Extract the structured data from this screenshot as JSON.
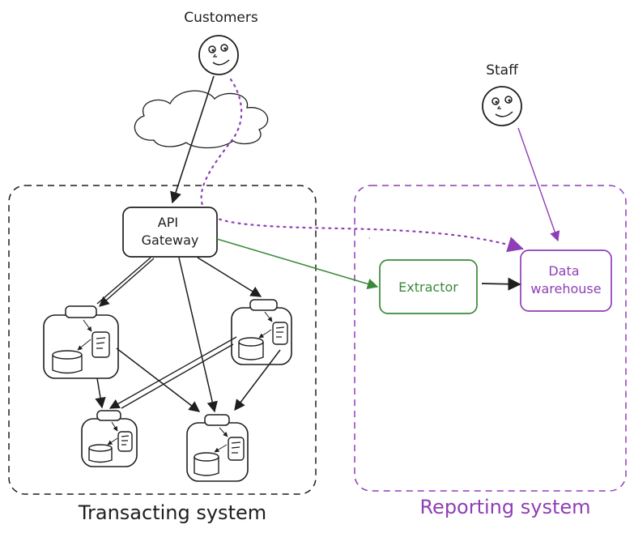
{
  "actors": {
    "customers": "Customers",
    "staff": "Staff"
  },
  "nodes": {
    "api_gateway": [
      "API",
      "Gateway"
    ],
    "extractor": "Extractor",
    "data_warehouse": [
      "Data",
      "warehouse"
    ]
  },
  "systems": {
    "transacting": "Transacting system",
    "reporting": "Reporting system"
  },
  "colors": {
    "ink": "#1e1e1e",
    "reporting": "#8e3fb5",
    "extractor": "#3a8a3a"
  },
  "icons": [
    "face-icon",
    "cloud-icon",
    "service-icon",
    "database-icon",
    "document-icon"
  ]
}
